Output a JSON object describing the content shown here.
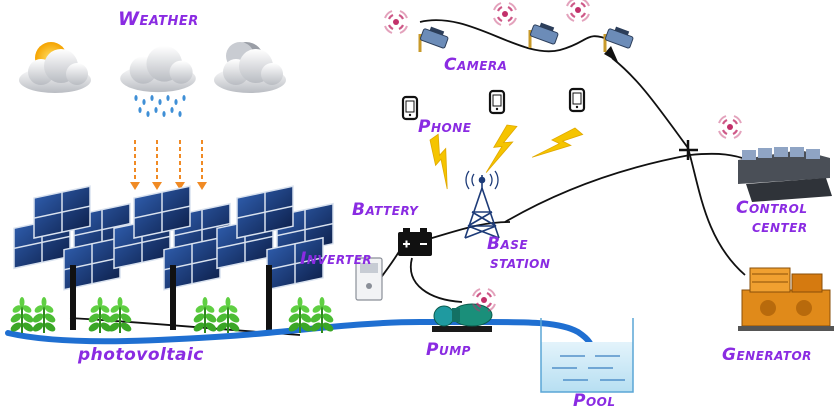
{
  "labels": {
    "weather": "Weather",
    "camera": "Camera",
    "phone": "Phone",
    "battery": "Battery",
    "inverter": "Inverter",
    "base_station_line1": "Base",
    "base_station_line2": "station",
    "control_line1": "Control",
    "control_line2": "center",
    "generator": "Generator",
    "pump": "Pump",
    "photovoltaic": "photovoltaic",
    "pool": "Pool"
  },
  "colors": {
    "label": "#8a2be2",
    "signal": "#f5c400",
    "water_pipe": "#1f6fd1",
    "pool_water": "#cfe9f7",
    "rain_arrow": "#f08a24",
    "wire": "#111111",
    "wifi_badge": "#c2306a",
    "panel": "#1d3b78",
    "plant": "#3aa626",
    "generator": "#e08a1a"
  },
  "icons": [
    "sun-cloud-icon",
    "rain-cloud-icon",
    "moon-cloud-icon",
    "camera-icon",
    "phone-icon",
    "signal-bolt-icon",
    "tower-icon",
    "battery-icon",
    "inverter-icon",
    "solar-panel-icon",
    "plant-icon",
    "pump-icon",
    "pool-icon",
    "control-center-icon",
    "generator-icon",
    "wireless-badge-icon",
    "rain-arrow-icon"
  ]
}
